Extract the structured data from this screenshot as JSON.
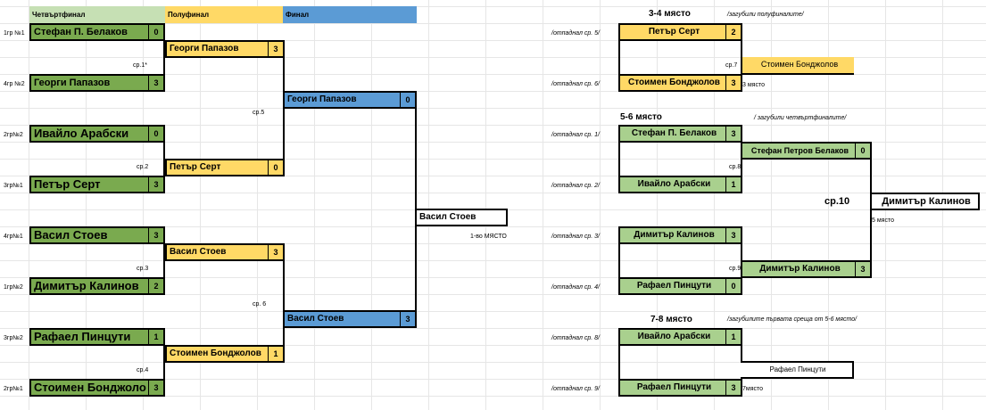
{
  "headers": {
    "qf": "Четвъртфинал",
    "sf": "Полуфинал",
    "final": "Финал"
  },
  "colors": {
    "quarterfinal": "#7aaa4f",
    "semifinal": "#ffd966",
    "final": "#5b9bd5",
    "placement": "#a9d08e",
    "header_qf": "#c6e0b4"
  },
  "seeds": [
    "1гр №1",
    "4гр №2",
    "2гр№2",
    "3гр№1",
    "4гр№1",
    "1гр№2",
    "3гр№2",
    "2гр№1"
  ],
  "qf": [
    {
      "name": "Стефан П. Белаков",
      "score": "0"
    },
    {
      "name": "Георги Папазов",
      "score": "3"
    },
    {
      "name": "Ивайло Арабски",
      "score": "0"
    },
    {
      "name": "Петър Серт",
      "score": "3"
    },
    {
      "name": "Васил Стоев",
      "score": "3"
    },
    {
      "name": "Димитър Калинов",
      "score": "2"
    },
    {
      "name": "Рафаел Пинцути",
      "score": "1"
    },
    {
      "name": "Стоимен Бонджоло",
      "score": "3"
    }
  ],
  "sf": [
    {
      "name": "Георги Папазов",
      "score": "3"
    },
    {
      "name": "Петър Серт",
      "score": "0"
    },
    {
      "name": "Васил Стоев",
      "score": "3"
    },
    {
      "name": "Стоимен Бонджолов",
      "score": "1"
    }
  ],
  "fin": [
    {
      "name": "Георги Папазов",
      "score": "0"
    },
    {
      "name": "Васил Стоев",
      "score": "3"
    }
  ],
  "winner": "Васил Стоев",
  "first_place": "1-во МЯСТО",
  "matches": [
    "ср.1*",
    "ср.2",
    "ср.3",
    "ср.4",
    "ср.5",
    "ср. 6",
    "ср.7",
    "ср.8",
    "ср.9",
    "ср.10"
  ],
  "p34": {
    "title": "3-4 място",
    "note": "/загубили полуфиналите/",
    "p1": {
      "name": "Петър Серт",
      "score": "2"
    },
    "p2": {
      "name": "Стоимен Бонджолов",
      "score": "3"
    },
    "winner": "Стоимен Бонджолов",
    "place": "3 място",
    "drop1": "/отпаднал ср. 5/",
    "drop2": "/отпаднал ср. 6/"
  },
  "p56": {
    "title": "5-6 място",
    "note": "/ загубили четвъртфиналите/",
    "players": [
      {
        "name": "Стефан П. Белаков",
        "score": "3",
        "drop": "/отпаднал ср. 1/"
      },
      {
        "name": "Ивайло Арабски",
        "score": "1",
        "drop": "/отпаднал ср. 2/"
      },
      {
        "name": "Димитър Калинов",
        "score": "3",
        "drop": "/отпаднал ср. 3/"
      },
      {
        "name": "Рафаел Пинцути",
        "score": "0",
        "drop": "/отпаднал ср. 4/"
      }
    ],
    "semi": [
      {
        "name": "Стефан Петров Белаков",
        "score": "0"
      },
      {
        "name": "Димитър Калинов",
        "score": "3"
      }
    ],
    "winner": "Димитър Калинов",
    "place": "5 място"
  },
  "p78": {
    "title": "7-8 място",
    "note": "/загубилите първата среща от 5-6 място/",
    "p1": {
      "name": "Ивайло Арабски",
      "score": "1",
      "drop": "/отпаднал ср. 8/"
    },
    "p2": {
      "name": "Рафаел Пинцути",
      "score": "3",
      "drop": "/отпаднал ср. 9/"
    },
    "winner": "Рафаел Пинцути",
    "place": "7място"
  }
}
